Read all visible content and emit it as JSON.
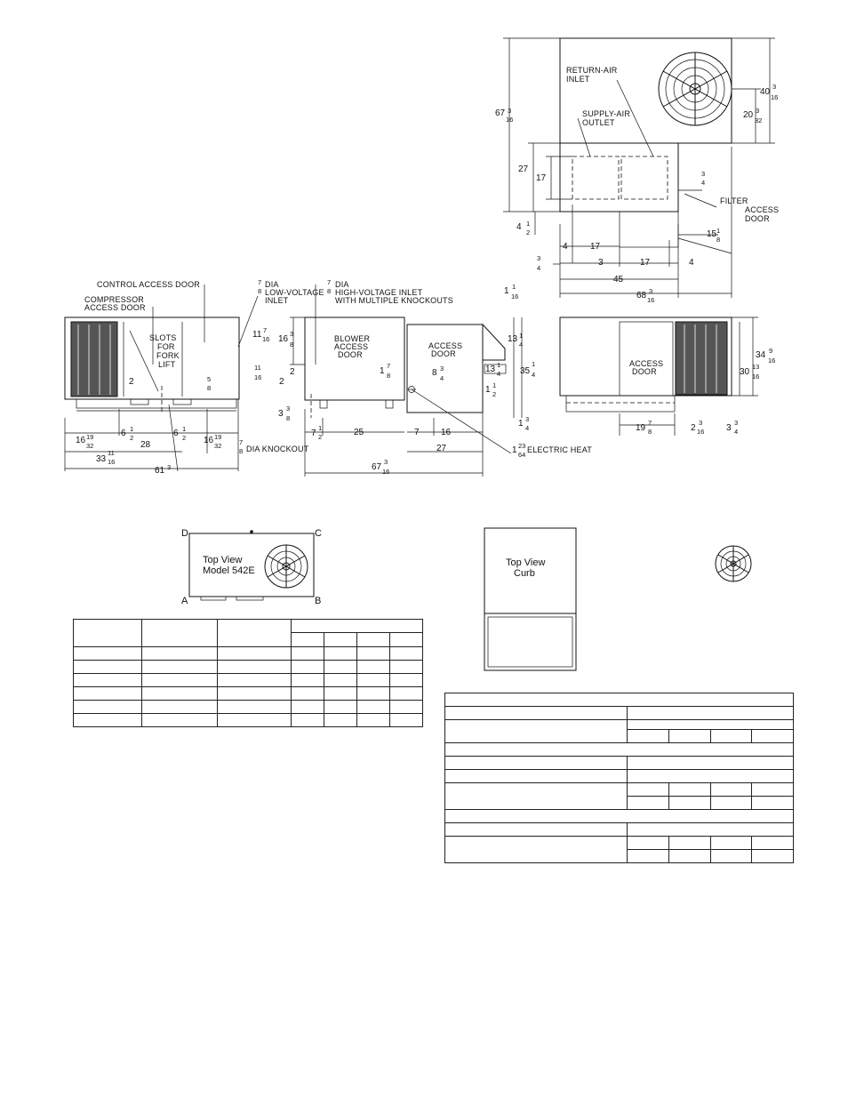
{
  "drawing": {
    "callouts": {
      "control_access_door": "CONTROL ACCESS DOOR",
      "compressor_access_door_1": "COMPRESSOR",
      "compressor_access_door_2": "ACCESS DOOR",
      "slots_1": "SLOTS",
      "slots_2": "FOR",
      "slots_3": "FORK",
      "slots_4": "LIFT",
      "low_voltage_1": "DIA",
      "low_voltage_2": "LOW-VOLTAGE",
      "low_voltage_3": "INLET",
      "high_voltage_1": "DIA",
      "high_voltage_2": "HIGH-VOLTAGE INLET",
      "high_voltage_3": "WITH MULTIPLE KNOCKOUTS",
      "blower_1": "BLOWER",
      "blower_2": "ACCESS",
      "blower_3": "DOOR",
      "access_door_1": "ACCESS",
      "access_door_2": "DOOR",
      "access_door_right_1": "ACCESS",
      "access_door_right_2": "DOOR",
      "knockout": "DIA KNOCKOUT",
      "electric_heat": "ELECTRIC HEAT",
      "return_air_1": "RETURN-AIR",
      "return_air_2": "INLET",
      "supply_air_1": "SUPPLY-AIR",
      "supply_air_2": "OUTLET",
      "filter_1": "FILTER",
      "filter_2": "ACCESS",
      "filter_3": "DOOR"
    },
    "dims": {
      "d_2a": "2",
      "d_5_8_n": "5",
      "d_5_8_d": "8",
      "d_11_16_n": "11",
      "d_11_16_d": "16",
      "d_11_7_16_w": "11",
      "d_11_7_16_n": "7",
      "d_11_7_16_d": "16",
      "d_16_3_8_w": "16",
      "d_16_3_8_n": "3",
      "d_16_3_8_d": "8",
      "d_7_8_a_n": "7",
      "d_7_8_a_d": "8",
      "d_7_8_b_n": "7",
      "d_7_8_b_d": "8",
      "d_1_16_w": "1",
      "d_1_16_d": "16",
      "d_13_1_4_w": "13",
      "d_13_1_4_n": "1",
      "d_13_1_4_d": "4",
      "d_35_1_4_w": "35",
      "d_35_1_4_n": "1",
      "d_35_1_4_d": "4",
      "d_1_7_8_w": "1",
      "d_1_7_8_n": "7",
      "d_1_7_8_d": "8",
      "d_8_3_4_w": "8",
      "d_8_3_4_n": "3",
      "d_8_3_4_d": "4",
      "d_13_1_4b_w": "13",
      "d_13_1_4b_n": "1",
      "d_13_1_4b_d": "4",
      "d_1_1_2_w": "1",
      "d_1_1_2_n": "1",
      "d_1_1_2_d": "2",
      "d_1_3_4_w": "1",
      "d_1_3_4_n": "3",
      "d_1_3_4_d": "4",
      "d_2b": "2",
      "d_2c": "2",
      "d_3_3_8_w": "3",
      "d_3_3_8_n": "3",
      "d_3_3_8_d": "8",
      "d_6_1_2a_w": "6",
      "d_6_1_2a_n": "1",
      "d_6_1_2a_d": "2",
      "d_28": "28",
      "d_6_1_2b_w": "6",
      "d_6_1_2b_n": "1",
      "d_6_1_2b_d": "2",
      "d_16_19_32a_w": "16",
      "d_16_19_32a_n": "19",
      "d_16_19_32a_d": "32",
      "d_16_19_32b_w": "16",
      "d_16_19_32b_n": "19",
      "d_16_19_32b_d": "32",
      "d_33_11_16_w": "33",
      "d_33_11_16_n": "11",
      "d_33_11_16_d": "16",
      "d_61_3_w": "61",
      "d_61_3_n": "3",
      "d_7_8_c_n": "7",
      "d_7_8_c_d": "8",
      "d_7_1_2_w": "7",
      "d_7_1_2_n": "1",
      "d_7_1_2_d": "2",
      "d_25": "25",
      "d_7": "7",
      "d_16": "16",
      "d_27": "27",
      "d_1_23_64_w": "1",
      "d_1_23_64_n": "23",
      "d_1_23_64_d": "64",
      "d_67_3_16b_w": "67",
      "d_67_3_16b_n": "3",
      "d_67_3_16b_d": "16",
      "d_34_9_16_w": "34",
      "d_34_9_16_n": "9",
      "d_34_9_16_d": "16",
      "d_30_13_16_w": "30",
      "d_30_13_16_n": "13",
      "d_30_13_16_d": "16",
      "d_19_7_8_w": "19",
      "d_19_7_8_n": "7",
      "d_19_7_8_d": "8",
      "d_2_3_16_w": "2",
      "d_2_3_16_n": "3",
      "d_2_3_16_d": "16",
      "d_3_3_4_w": "3",
      "d_3_3_4_n": "3",
      "d_3_3_4_d": "4",
      "t_67_3_16_w": "67",
      "t_67_3_16_n": "3",
      "t_67_3_16_d": "16",
      "t_40_3_16_w": "40",
      "t_40_3_16_n": "3",
      "t_40_3_16_d": "16",
      "t_20_3_32_w": "20",
      "t_20_3_32_n": "3",
      "t_20_3_32_d": "32",
      "t_27": "27",
      "t_17": "17",
      "t_3_4a_n": "3",
      "t_3_4a_d": "4",
      "t_4_1_2_w": "4",
      "t_4_1_2_n": "1",
      "t_4_1_2_d": "2",
      "t_15_1_8_w": "15",
      "t_15_1_8_n": "1",
      "t_15_1_8_d": "8",
      "t_4a": "4",
      "t_17a": "17",
      "t_3_4b_n": "3",
      "t_3_4b_d": "4",
      "t_3": "3",
      "t_17b": "17",
      "t_4b": "4",
      "t_45": "45",
      "t_68_3_16_w": "68",
      "t_68_3_16_n": "3",
      "t_68_3_16_d": "16"
    }
  },
  "top_view_model": {
    "line1": "Top View",
    "line2": "Model 542E",
    "corner_a": "A",
    "corner_b": "B",
    "corner_c": "C",
    "corner_d": "D"
  },
  "top_view_curb": {
    "line1": "Top View",
    "line2": "Curb"
  }
}
